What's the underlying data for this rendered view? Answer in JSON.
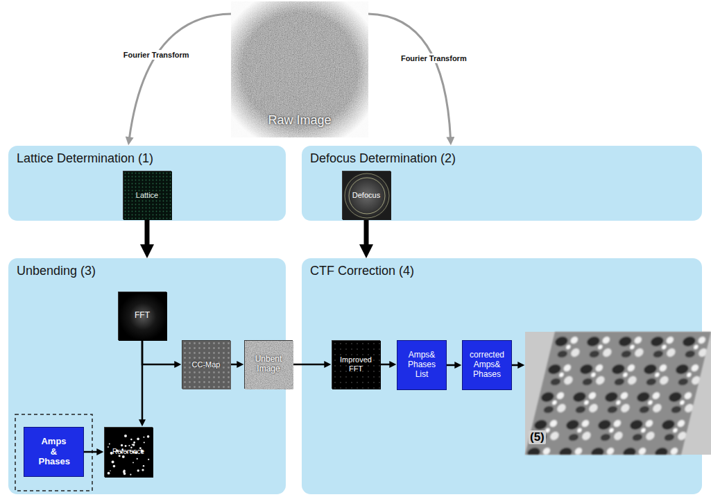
{
  "diagram": {
    "nodes": [
      {
        "text": [
          "Raw Image"
        ]
      },
      {
        "text": [
          "Lattice Determination (1)"
        ]
      },
      {
        "text": [
          "Lattice"
        ],
        "in": 1
      },
      {
        "text": [
          "Defocus Determination (2)"
        ]
      },
      {
        "text": [
          "Defocus"
        ],
        "in": 3
      },
      {
        "text": [
          "Unbending (3)"
        ]
      },
      {
        "text": [
          "FFT"
        ],
        "in": 5
      },
      {
        "text": [
          "CC-Map"
        ],
        "in": 5
      },
      {
        "text": [
          "Unbent Image"
        ]
      },
      {
        "text": [
          "Amps & Phases"
        ],
        "in": 5
      },
      {
        "text": [
          "Reference"
        ],
        "in": 5
      },
      {
        "text": [
          "CTF Correction (4)"
        ]
      },
      {
        "text": [
          "Improved FFT"
        ],
        "in": 11
      },
      {
        "text": [
          "Amps& Phases List"
        ],
        "in": 11
      },
      {
        "text": [
          "corrected Amps& Phases"
        ],
        "in": 11
      }
    ],
    "edges": [
      {
        "from": 0,
        "to": 1,
        "label": "Fourier Transform",
        "arrow": "to"
      },
      {
        "from": 0,
        "to": 3,
        "label": "Fourier Transform",
        "arrow": "to"
      },
      {
        "from": 2,
        "to": 5,
        "arrow": "to"
      },
      {
        "from": 4,
        "to": 11,
        "arrow": "to"
      },
      {
        "from": 6,
        "to": 7,
        "arrow": "to"
      },
      {
        "from": 6,
        "to": 10,
        "arrow": "to"
      },
      {
        "from": 9,
        "to": 10,
        "arrow": "to"
      },
      {
        "from": 7,
        "to": 8,
        "arrow": "to"
      },
      {
        "from": 8,
        "to": 12,
        "arrow": "to"
      },
      {
        "from": 12,
        "to": 13,
        "arrow": "to"
      },
      {
        "from": 13,
        "to": 14,
        "arrow": "to"
      }
    ],
    "labels": [
      "(5)"
    ]
  }
}
